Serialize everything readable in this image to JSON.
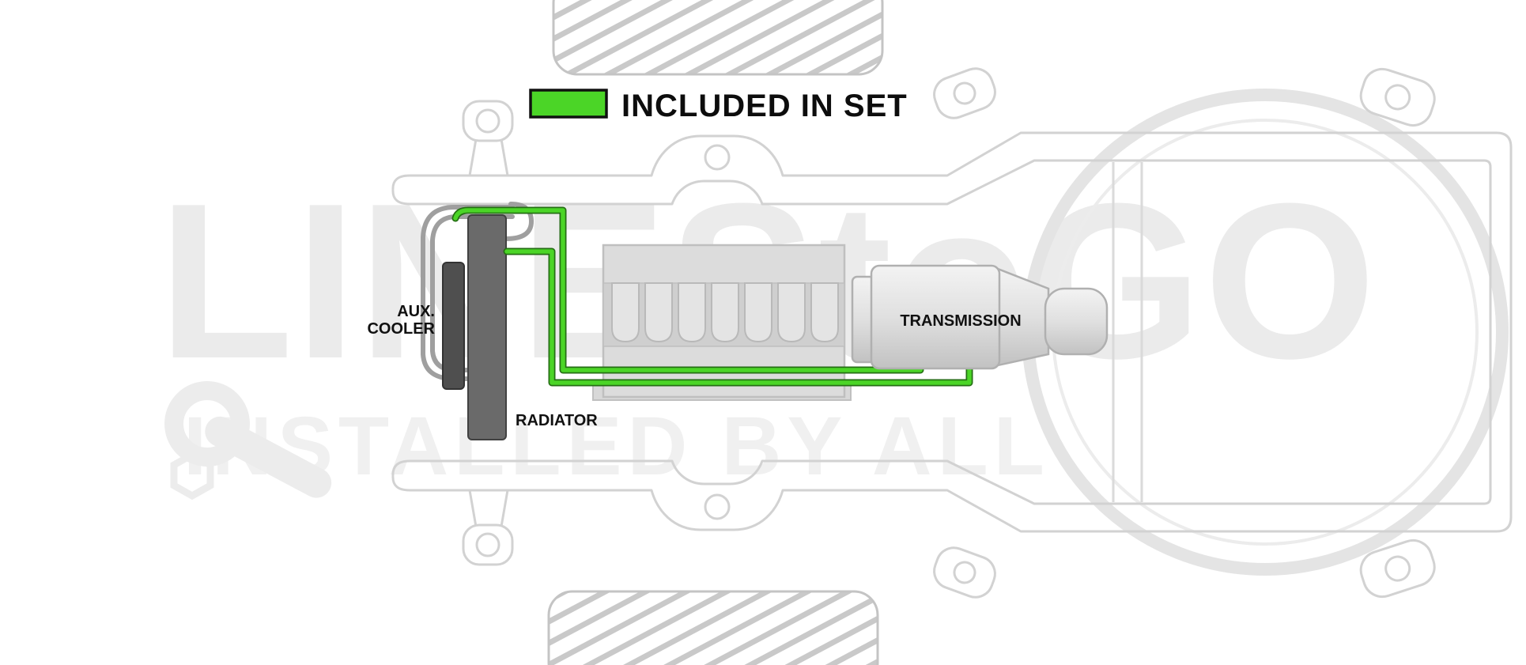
{
  "legend": {
    "label": "INCLUDED IN SET",
    "swatch_color": "#4bd527"
  },
  "parts": {
    "aux_cooler_label_line1": "AUX.",
    "aux_cooler_label_line2": "COOLER",
    "radiator_label": "RADIATOR",
    "transmission_label": "TRANSMISSION"
  },
  "watermark": {
    "brand": "LINEStoGO",
    "tagline": "INSTALLED BY ALL"
  },
  "colors": {
    "included_line_green": "#4bd527",
    "chassis_gray": "#d2d2d2",
    "radiator_dark": "#6a6a6a",
    "aux_cooler_dark": "#4f4f4f"
  }
}
